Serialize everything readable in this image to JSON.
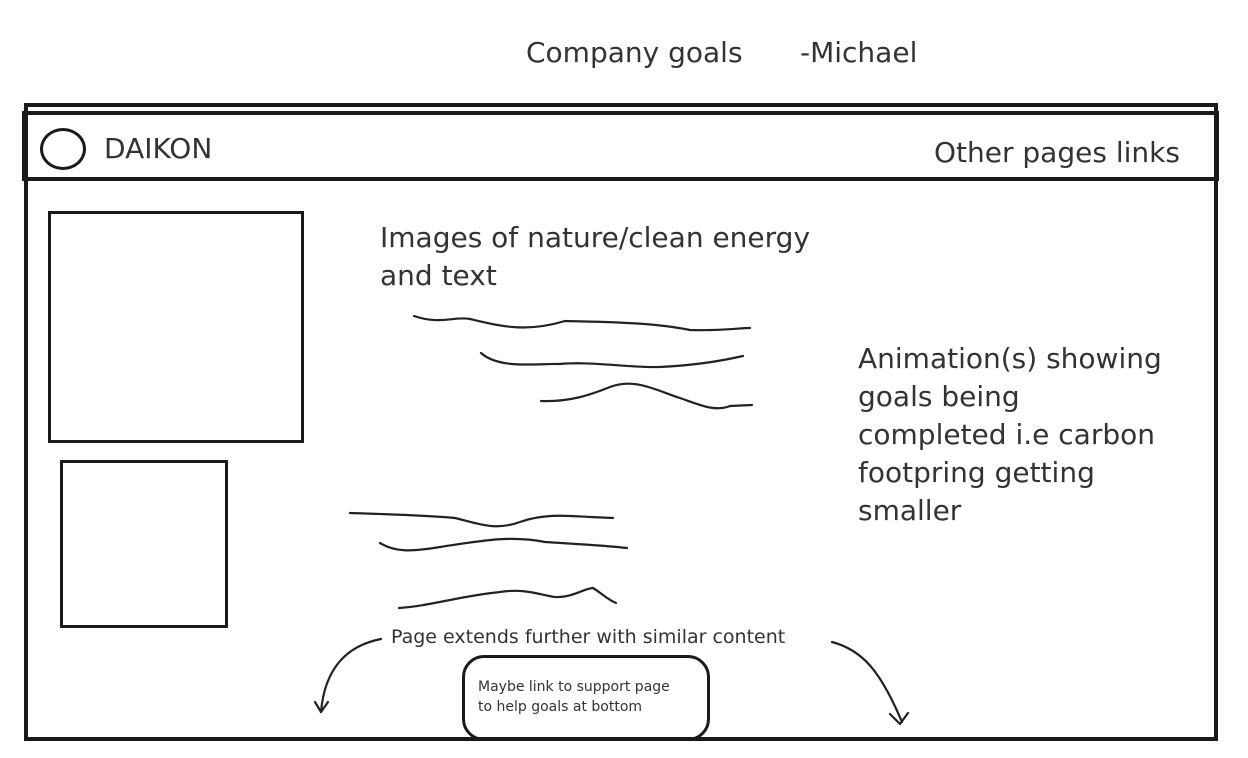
{
  "sketch": {
    "title": "Company goals",
    "author": "-Michael"
  },
  "header": {
    "brand": "DAIKON",
    "nav_links": "Other pages links"
  },
  "main": {
    "images_note_line1": "Images of nature/clean energy",
    "images_note_line2": "and text",
    "animation_note": [
      "Animation(s) showing",
      "goals being",
      "completed i.e carbon",
      "footpring getting",
      "smaller"
    ],
    "extends_note": "Page extends further with similar content",
    "support_note_line1": "Maybe link to support page",
    "support_note_line2": "to help goals at bottom"
  },
  "icons": [
    "logo-circle-icon",
    "curved-arrow-icon"
  ]
}
